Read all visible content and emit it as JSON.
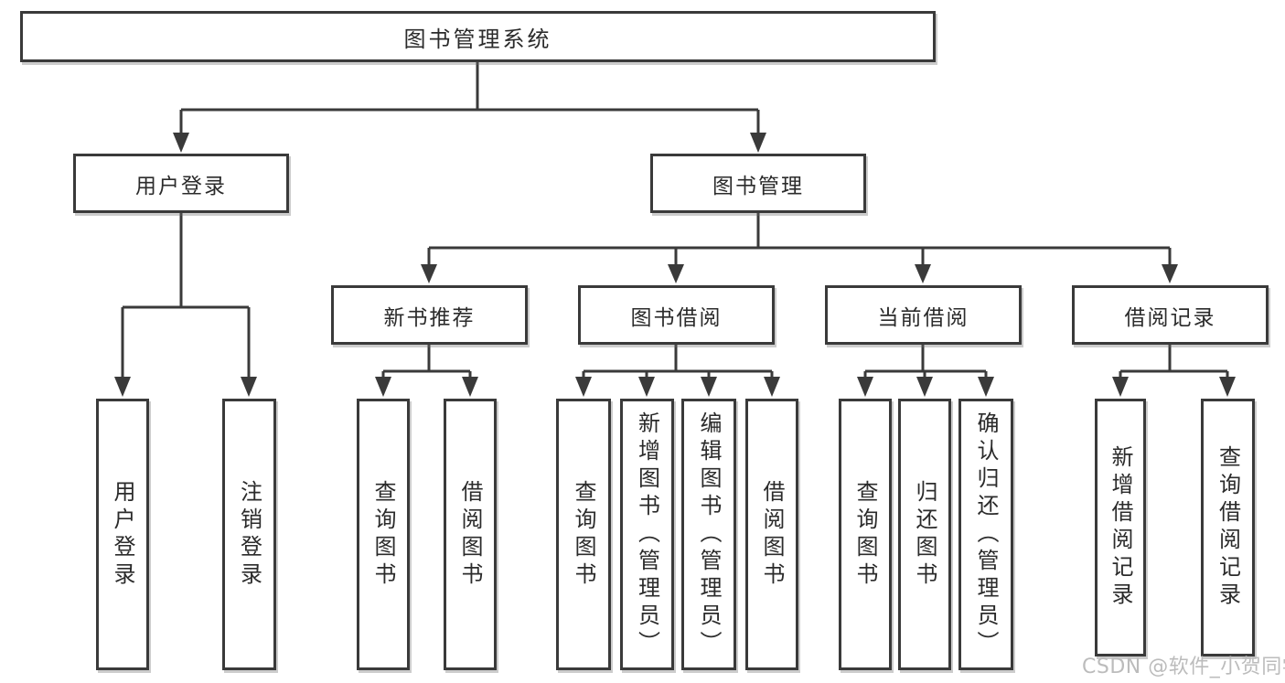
{
  "tree": {
    "root": {
      "label": "图书管理系统",
      "children": [
        {
          "label": "用户登录",
          "children": [
            {
              "label": "用户登录"
            },
            {
              "label": "注销登录"
            }
          ]
        },
        {
          "label": "图书管理",
          "children": [
            {
              "label": "新书推荐",
              "children": [
                {
                  "label": "查询图书"
                },
                {
                  "label": "借阅图书"
                }
              ]
            },
            {
              "label": "图书借阅",
              "children": [
                {
                  "label": "查询图书"
                },
                {
                  "label": "新增图书（管理员）"
                },
                {
                  "label": "编辑图书（管理员）"
                },
                {
                  "label": "借阅图书"
                }
              ]
            },
            {
              "label": "当前借阅",
              "children": [
                {
                  "label": "查询图书"
                },
                {
                  "label": "归还图书"
                },
                {
                  "label": "确认归还（管理员）"
                }
              ]
            },
            {
              "label": "借阅记录",
              "children": [
                {
                  "label": "新增借阅记录"
                },
                {
                  "label": "查询借阅记录"
                }
              ]
            }
          ]
        }
      ]
    }
  },
  "watermark": {
    "text": "CSDN @软件_小贺同学"
  },
  "colors": {
    "line": "#3a3a3a",
    "box_border": "#3a3a3a",
    "box_fill": "#ffffff",
    "text": "#2b2b2b",
    "watermark": "#bcbcbc",
    "background": "#ffffff"
  }
}
